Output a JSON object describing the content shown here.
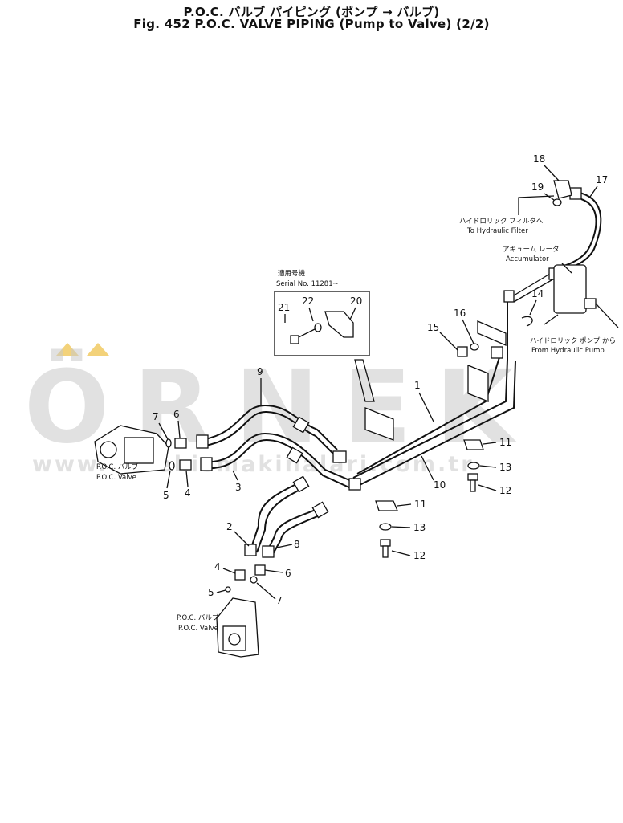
{
  "header": {
    "title_jp": "P.O.C. バルブ パイピング (ポンプ → バルブ)",
    "title_en": "Fig. 452 P.O.C. VALVE PIPING (Pump to Valve) (2/2)"
  },
  "watermark": {
    "brand": "ÖRNEK",
    "url": "www.ornekismakinalari.com.tr"
  },
  "inset": {
    "label_jp": "適用号機",
    "label_en": "Serial No. 11281~",
    "parts": [
      "21",
      "22",
      "20"
    ]
  },
  "labels": {
    "filter_jp": "ハイドロリック フィルタへ",
    "filter_en": "To Hydraulic Filter",
    "accum_jp": "アキューム レータ",
    "accum_en": "Accumulator",
    "pump_jp": "ハイドロリック ポンプ から",
    "pump_en": "From Hydraulic Pump",
    "valve_left_jp": "P.O.C. バルブ",
    "valve_left_en": "P.O.C. Valve",
    "valve_bottom_jp": "P.O.C. バルブ",
    "valve_bottom_en": "P.O.C. Valve"
  },
  "callouts": {
    "c1": "1",
    "c2": "2",
    "c3": "3",
    "c4a": "4",
    "c4b": "4",
    "c5a": "5",
    "c5b": "5",
    "c6a": "6",
    "c6b": "6",
    "c7a": "7",
    "c7b": "7",
    "c8": "8",
    "c9": "9",
    "c10": "10",
    "c11a": "11",
    "c11b": "11",
    "c12a": "12",
    "c12b": "12",
    "c13a": "13",
    "c13b": "13",
    "c14": "14",
    "c15": "15",
    "c16": "16",
    "c17": "17",
    "c18": "18",
    "c19": "19"
  },
  "colors": {
    "line": "#111111",
    "watermark": "#c9c9c9",
    "accent": "#f3d27a"
  }
}
